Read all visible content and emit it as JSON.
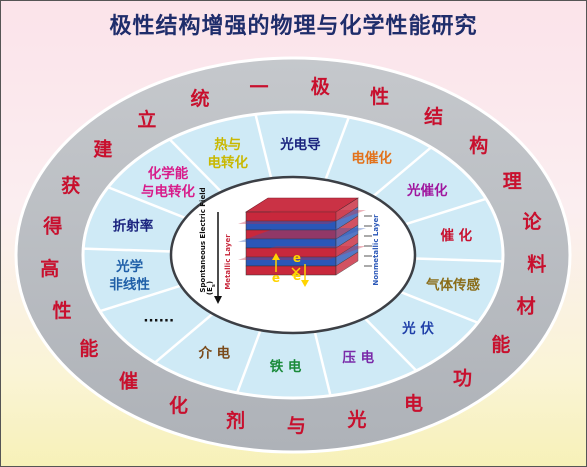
{
  "title": "极性结构增强的物理与化学性能研究",
  "outer_ring": [
    "一",
    "极",
    "性",
    "结",
    "构",
    "理",
    "论",
    "料",
    "材",
    "能",
    "功",
    "电",
    "光",
    "与",
    "剂",
    "化",
    "催",
    "能",
    "性",
    "高",
    "得",
    "获",
    "建",
    "立",
    "统"
  ],
  "inner_ring": [
    {
      "text": "光电导",
      "color": "#1a237e"
    },
    {
      "text": "电催化",
      "color": "#e2721b"
    },
    {
      "text": "光催化",
      "color": "#a0169e"
    },
    {
      "text": "催 化",
      "color": "#c8102e"
    },
    {
      "text": "气体传感",
      "color": "#8a6d1a"
    },
    {
      "text": "光 伏",
      "color": "#1f3fa8"
    },
    {
      "text": "压 电",
      "color": "#7a2aa8"
    },
    {
      "text": "铁 电",
      "color": "#1a8a3a"
    },
    {
      "text": "介 电",
      "color": "#7a4a1a"
    },
    {
      "text": "······",
      "color": "#111111"
    },
    {
      "text": "光学\n非线性",
      "color": "#1f5fa8"
    },
    {
      "text": "折射率",
      "color": "#1a237e"
    },
    {
      "text": "化学能\n与电转化",
      "color": "#d81b8a"
    },
    {
      "text": "热与\n电转化",
      "color": "#c9b800"
    }
  ],
  "center": {
    "spontaneous_label": "Spontaneous Electric Field",
    "field_symbol": "(E",
    "field_sub": "s",
    "field_close": ")",
    "metallic_label": "Metallic Layer",
    "nonmetallic_label": "Nonmetallic Layer",
    "electron_labels": [
      "e",
      "e",
      "e"
    ]
  },
  "colors": {
    "outer_ring": "#b9bdc3",
    "inner_ring": "#cfeaf6",
    "divider": "#ffffff",
    "metal_red": "#c8283c",
    "nonmetal_blue": "#2a57b8"
  }
}
